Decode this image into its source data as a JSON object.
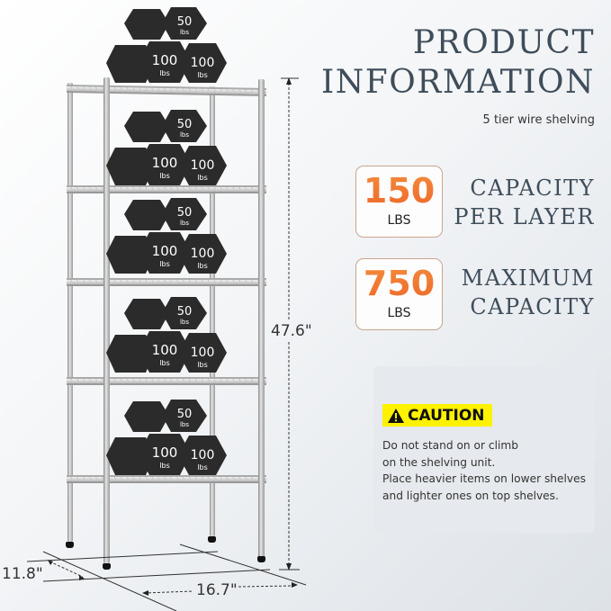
{
  "header": {
    "title_line1": "PRODUCT",
    "title_line2": "INFORMATION",
    "subtitle": "5 tier wire shelving"
  },
  "stats": [
    {
      "value": "150",
      "unit": "LBS",
      "label_line1": "CAPACITY",
      "label_line2": "PER LAYER"
    },
    {
      "value": "750",
      "unit": "LBS",
      "label_line1": "MAXIMUM",
      "label_line2": "CAPACITY"
    }
  ],
  "caution": {
    "badge": "CAUTION",
    "icon": "warning-triangle-icon",
    "lines": [
      "Do not stand on or climb",
      "on the shelving unit.",
      "Place heavier items on lower shelves",
      "and lighter ones on top shelves."
    ]
  },
  "dimensions": {
    "height": "47.6\"",
    "depth": "11.8\"",
    "width": "16.7\""
  },
  "product": {
    "tiers": 5,
    "weights": {
      "small": "50",
      "large": "100",
      "unit": "lbs"
    }
  },
  "colors": {
    "accent_orange": "#ef6f2c",
    "title_slate": "#3f4d5a",
    "caution_yellow": "#fff200",
    "panel_gray": "#e6e9ed"
  }
}
